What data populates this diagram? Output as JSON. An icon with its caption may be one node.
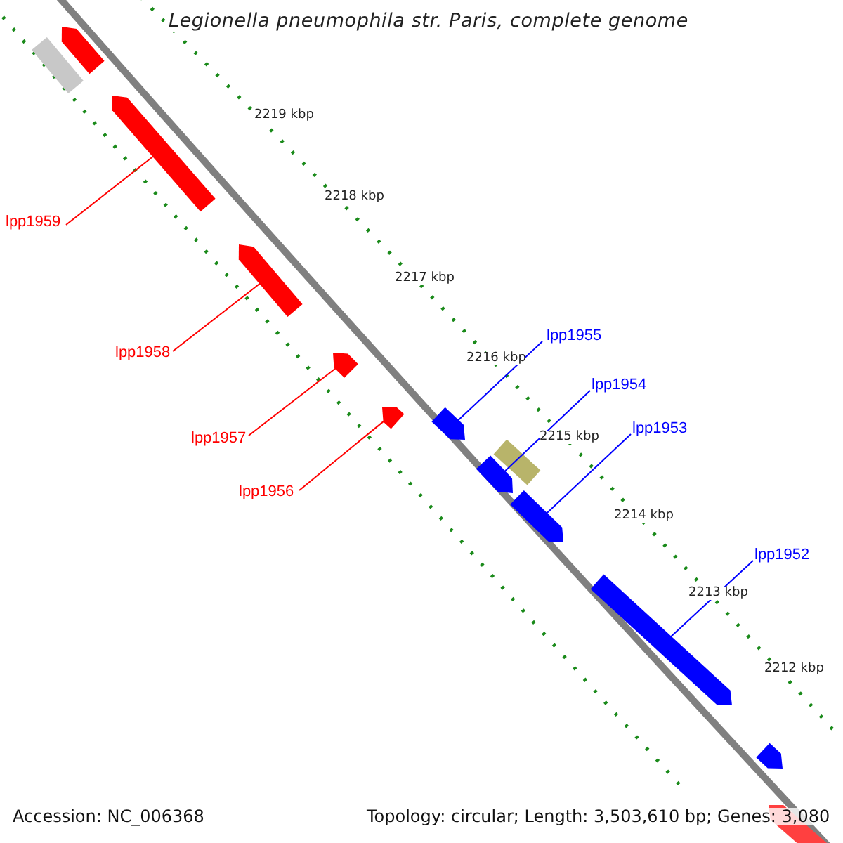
{
  "diagram": {
    "title": "Legionella pneumophila str. Paris, complete genome",
    "nodes": [
      {
        "text": [
          "lpp1959"
        ]
      },
      {
        "text": [
          "lpp1958"
        ]
      },
      {
        "text": [
          "lpp1957"
        ]
      },
      {
        "text": [
          "lpp1956"
        ]
      },
      {
        "text": [
          "lpp1955"
        ]
      },
      {
        "text": [
          "lpp1954"
        ]
      },
      {
        "text": [
          "lpp1953"
        ]
      },
      {
        "text": [
          "lpp1952"
        ]
      },
      {
        "text": [],
        "shape": "bar"
      },
      {
        "text": [],
        "shape": "bar"
      },
      {
        "text": [],
        "shape": "bar"
      },
      {
        "text": [],
        "shape": "bar"
      },
      {
        "text": [],
        "shape": "bar"
      },
      {
        "text": [],
        "shape": "bar"
      },
      {
        "text": [],
        "shape": "bar"
      },
      {
        "text": [],
        "shape": "bar"
      }
    ],
    "edges": [
      {
        "from": 0,
        "to": 8,
        "arrow": "none",
        "color": "#ff0000"
      },
      {
        "from": 1,
        "to": 9,
        "arrow": "none",
        "color": "#ff0000"
      },
      {
        "from": 2,
        "to": 10,
        "arrow": "none",
        "color": "#ff0000"
      },
      {
        "from": 3,
        "to": 11,
        "arrow": "none",
        "color": "#ff0000"
      },
      {
        "from": 4,
        "to": 12,
        "arrow": "none",
        "color": "#0000ff"
      },
      {
        "from": 5,
        "to": 13,
        "arrow": "none",
        "color": "#0000ff"
      },
      {
        "from": 6,
        "to": 14,
        "arrow": "none",
        "color": "#0000ff"
      },
      {
        "from": 7,
        "to": 15,
        "arrow": "none",
        "color": "#0000ff"
      }
    ],
    "labels": [
      "2219 kbp",
      "2218 kbp",
      "2217 kbp",
      "2216 kbp",
      "2215 kbp",
      "2214 kbp",
      "2213 kbp",
      "2212 kbp",
      "Accession: NC_006368",
      "Topology: circular; Length: 3,503,610 bp; Genes: 3,080"
    ]
  }
}
